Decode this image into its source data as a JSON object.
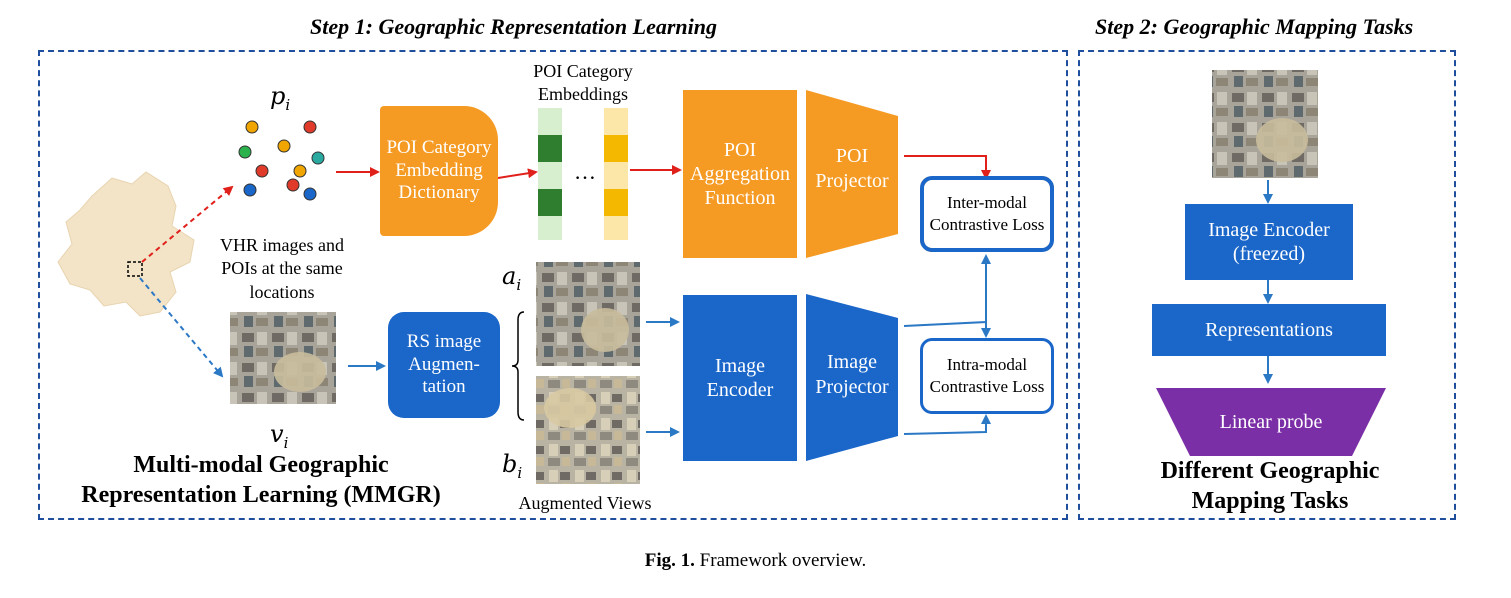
{
  "headers": {
    "step1": "Step 1: Geographic Representation Learning",
    "step2": "Step 2: Geographic Mapping Tasks"
  },
  "labels": {
    "poi_symbol": "p",
    "poi_symbol_sub": "i",
    "vhr_caption": "VHR images and POIs at the same locations",
    "image_symbol": "v",
    "image_symbol_sub": "i",
    "aug_a": "a",
    "aug_a_sub": "i",
    "aug_b": "b",
    "aug_b_sub": "i",
    "poi_cat_emb_title": "POI Category Embeddings",
    "ellipsis": "…",
    "augmented_views": "Augmented Views",
    "mmgr_title": "Multi-modal Geographic Representation Learning (MMGR)",
    "tasks_title": "Different Geographic Mapping Tasks"
  },
  "boxes": {
    "poi_dict": "POI Category Embedding Dictionary",
    "poi_agg": "POI Aggregation Function",
    "poi_proj": "POI Projector",
    "rs_aug": "RS image Augmen- tation",
    "img_enc": "Image Encoder",
    "img_proj": "Image Projector",
    "inter_loss": "Inter-modal Contrastive Loss",
    "intra_loss": "Intra-modal Contrastive Loss",
    "img_enc_frozen": "Image Encoder (freezed)",
    "representations": "Representations",
    "linear_probe": "Linear probe"
  },
  "caption": {
    "fig": "Fig. 1.",
    "text": "Framework overview."
  },
  "colors": {
    "orange": "#f59a23",
    "blue": "#1a66c9",
    "purple": "#7b2fa6",
    "red_arrow": "#e0201b",
    "blue_arrow": "#2b78c5",
    "panel_border": "#1f4e9c",
    "map_fill": "#f3e3c7"
  },
  "poi_dot_colors": [
    "#f0a500",
    "#e03a2a",
    "#2bb24c",
    "#f0a500",
    "#2aa9a0",
    "#e03a2a",
    "#f0a500",
    "#1a66c9",
    "#e03a2a",
    "#1a66c9"
  ]
}
